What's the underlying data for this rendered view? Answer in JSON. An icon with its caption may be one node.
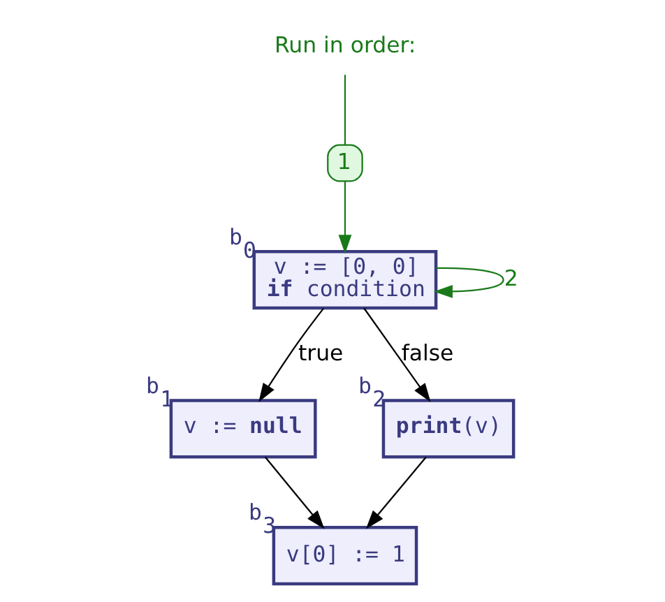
{
  "diagram": {
    "nodes": [
      {
        "text": [
          "Run in order:"
        ]
      },
      {
        "text": [
          "v := [0, 0]",
          "**if** condition"
        ],
        "beside": [
          "b$_{0}$"
        ]
      },
      {
        "text": [
          "1"
        ]
      },
      {
        "text": [
          "v := **null**"
        ],
        "beside": [
          "b$_{1}$"
        ]
      },
      {
        "text": [
          "**print**(v)"
        ],
        "beside": [
          "b$_{2}$"
        ]
      },
      {
        "text": [
          "v[0] := 1"
        ],
        "beside": [
          "b$_{3}$"
        ]
      }
    ],
    "edges": [
      {
        "from": 0,
        "to": 2,
        "arrow": "none",
        "color": "#1a7a1a"
      },
      {
        "from": 2,
        "to": 1,
        "arrow": "to",
        "color": "#1a7a1a"
      },
      {
        "from": 1,
        "to": 1,
        "arrow": "to",
        "label": "2",
        "color": "#1a7a1a"
      },
      {
        "from": 1,
        "to": 3,
        "arrow": "to",
        "label": "true"
      },
      {
        "from": 1,
        "to": 4,
        "arrow": "to",
        "label": "false"
      },
      {
        "from": 3,
        "to": 5,
        "arrow": "to"
      },
      {
        "from": 4,
        "to": 5,
        "arrow": "to"
      }
    ]
  }
}
